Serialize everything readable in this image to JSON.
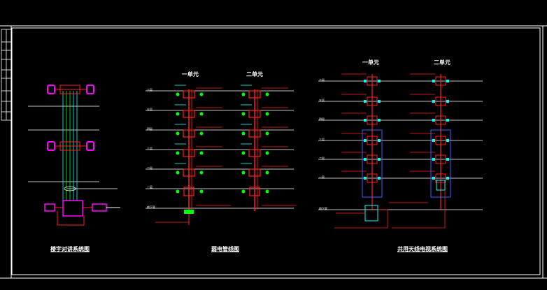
{
  "panel1": {
    "title": "楼宇对讲系统图"
  },
  "panel2": {
    "title": "弱电管线图",
    "units": [
      "一单元",
      "二单元"
    ],
    "floors": [
      "六层",
      "五层",
      "四层",
      "三层",
      "二层",
      "一层",
      "地下室"
    ]
  },
  "panel3": {
    "title": "共用天线电视系统图",
    "units": [
      "一单元",
      "二单元"
    ],
    "floors": [
      "六层",
      "五层",
      "四层",
      "三层",
      "二层",
      "一层",
      "地下室"
    ]
  },
  "colors": {
    "background": "#000000",
    "frame": "#ffffff",
    "red": "#ff2020",
    "magenta": "#ff00ff",
    "green": "#00ff00",
    "cyan": "#00ffff",
    "yellow": "#ffff00",
    "blue": "#4060ff"
  }
}
